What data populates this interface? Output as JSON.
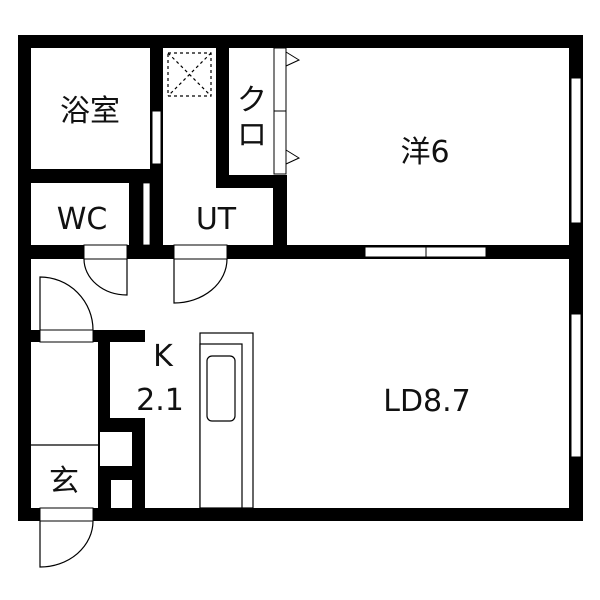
{
  "rooms": {
    "bath": "浴室",
    "wc": "WC",
    "ut": "UT",
    "closet_1": "ク",
    "closet_2": "ロ",
    "western": "洋6",
    "kitchen_k": "K",
    "kitchen_size": "2.1",
    "ld": "LD8.7",
    "entrance": "玄"
  },
  "colors": {
    "wall": "#000000",
    "background": "#ffffff"
  }
}
